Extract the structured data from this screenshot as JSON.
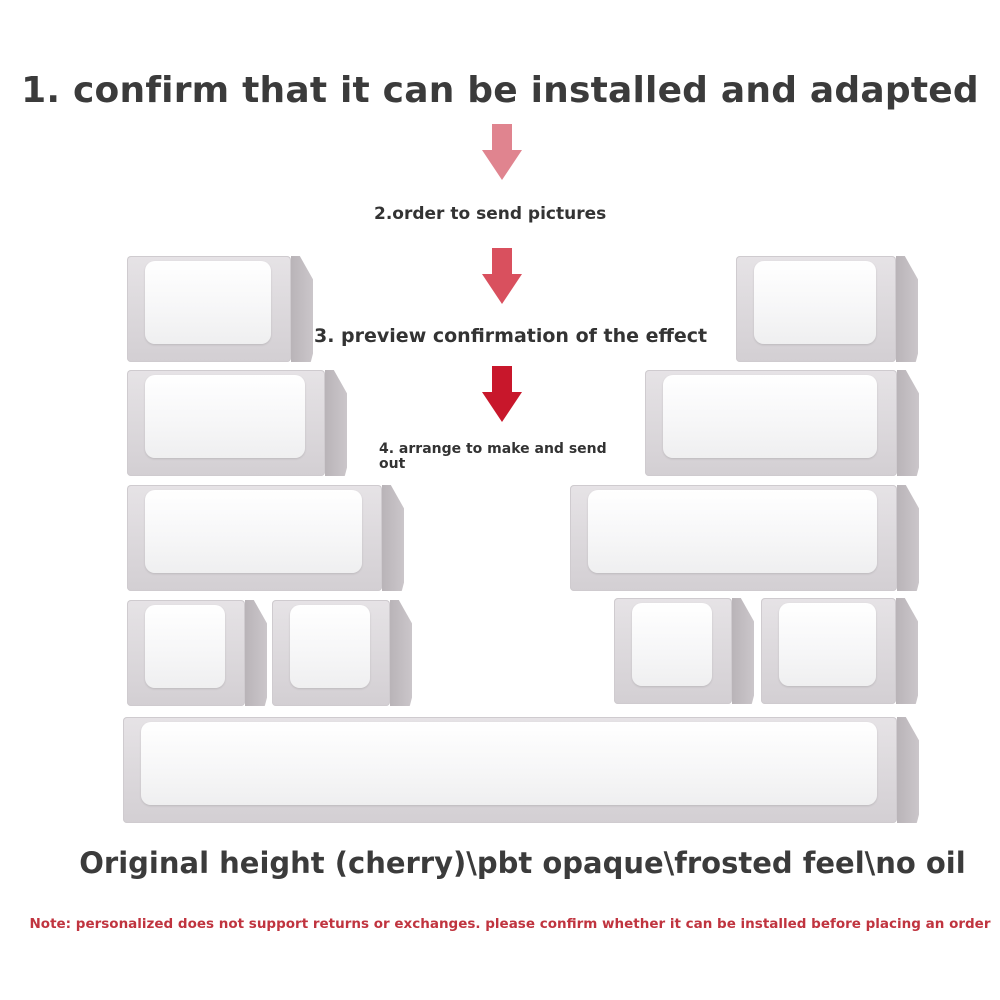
{
  "heading": "1. confirm that it can be installed and adapted",
  "steps": {
    "s2": "2.order to send pictures",
    "s3": "3. preview confirmation of the effect",
    "s4": "4. arrange to make and send out"
  },
  "spec_line": "Original height (cherry)\\pbt opaque\\frosted feel\\no oil",
  "notice": "Note: personalized does not support returns or exchanges. please confirm whether it can be installed before placing an order",
  "colors": {
    "arrow1": "#e0848f",
    "arrow2": "#d9505e",
    "arrow3": "#c8172b",
    "notice": "#c0343f",
    "keycap_top": "#f7f7f8",
    "keycap_side": "#cdc8cc"
  }
}
